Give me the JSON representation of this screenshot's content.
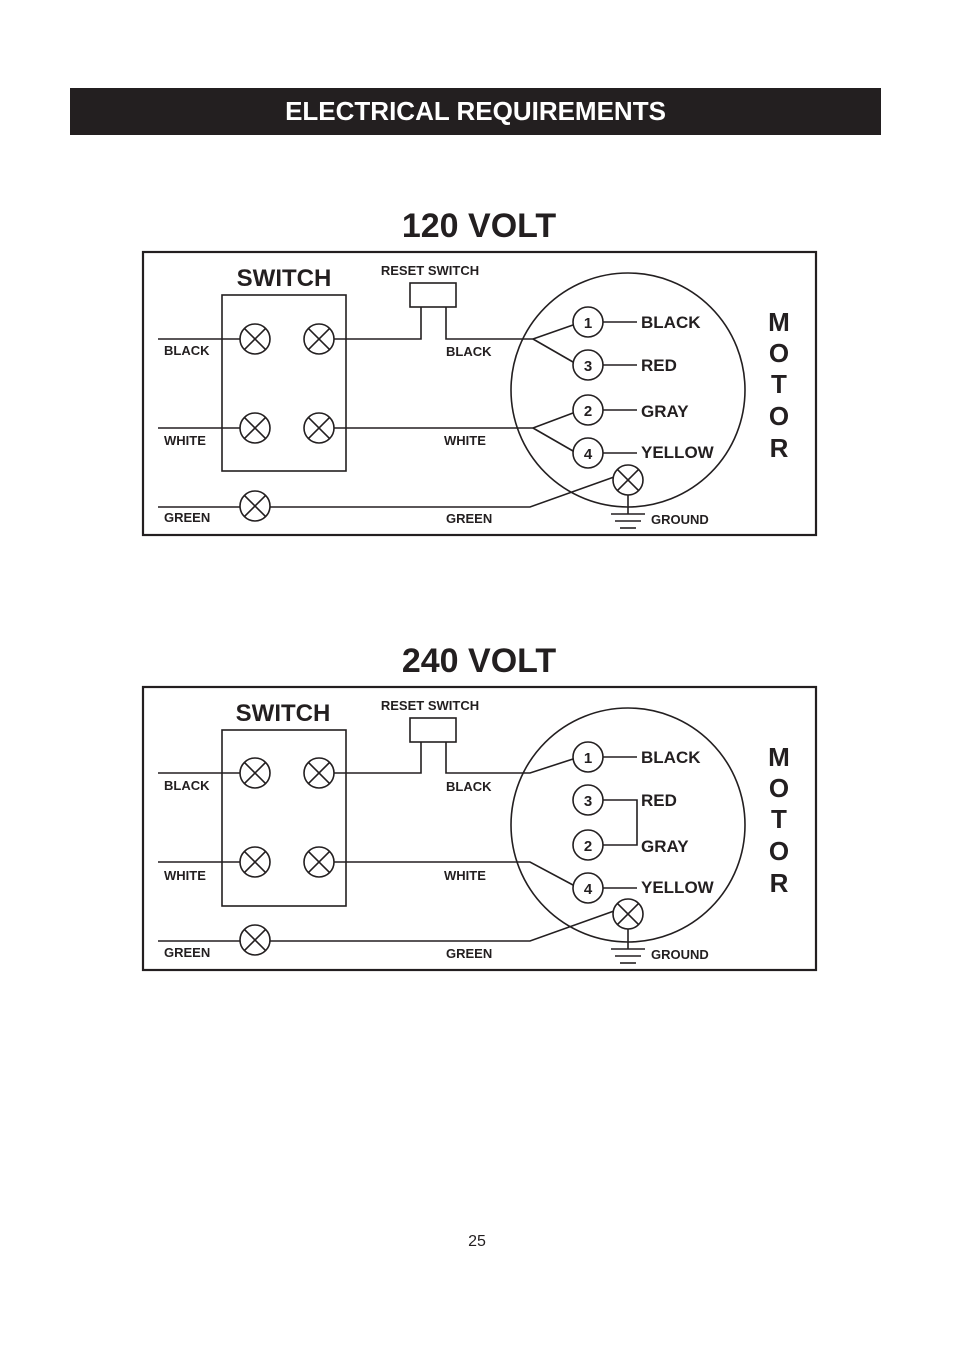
{
  "header": {
    "title": "ELECTRICAL REQUIREMENTS"
  },
  "diagrams": [
    {
      "title": "120 VOLT",
      "switch_label": "SWITCH",
      "reset_switch_label": "RESET SWITCH",
      "wires": {
        "left_black": "BLACK",
        "left_white": "WHITE",
        "left_green": "GREEN",
        "mid_black": "BLACK",
        "mid_white": "WHITE",
        "mid_green": "GREEN"
      },
      "terminals": [
        {
          "number": "1",
          "color": "BLACK"
        },
        {
          "number": "3",
          "color": "RED"
        },
        {
          "number": "2",
          "color": "GRAY"
        },
        {
          "number": "4",
          "color": "YELLOW"
        }
      ],
      "ground_label": "GROUND",
      "motor_letters": [
        "M",
        "O",
        "T",
        "O",
        "R"
      ]
    },
    {
      "title": "240 VOLT",
      "switch_label": "SWITCH",
      "reset_switch_label": "RESET SWITCH",
      "wires": {
        "left_black": "BLACK",
        "left_white": "WHITE",
        "left_green": "GREEN",
        "mid_black": "BLACK",
        "mid_white": "WHITE",
        "mid_green": "GREEN"
      },
      "terminals": [
        {
          "number": "1",
          "color": "BLACK"
        },
        {
          "number": "3",
          "color": "RED"
        },
        {
          "number": "2",
          "color": "GRAY"
        },
        {
          "number": "4",
          "color": "YELLOW"
        }
      ],
      "ground_label": "GROUND",
      "motor_letters": [
        "M",
        "O",
        "T",
        "O",
        "R"
      ]
    }
  ],
  "footer": {
    "page_number": "25"
  }
}
